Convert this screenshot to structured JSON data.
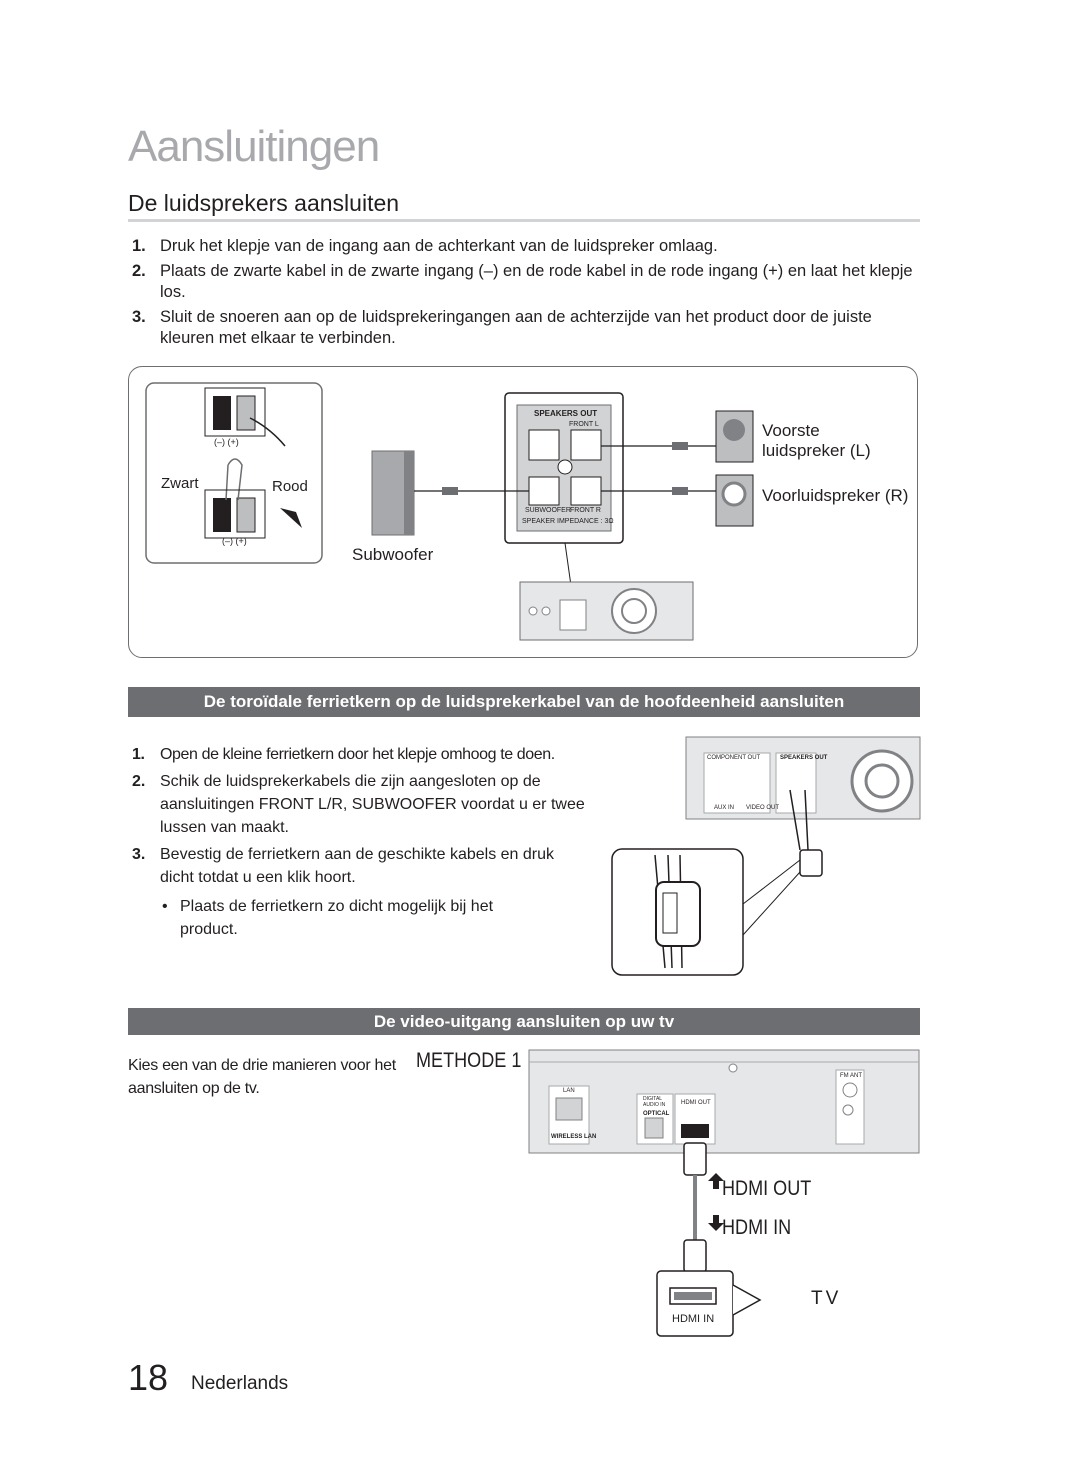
{
  "chapter_title": "Aansluitingen",
  "section1": {
    "title": "De luidsprekers aansluiten",
    "steps": [
      {
        "num": "1.",
        "text": "Druk het klepje van de ingang aan de achterkant van de luidspreker omlaag."
      },
      {
        "num": "2.",
        "text": "Plaats de zwarte kabel in de zwarte ingang (–) en de rode kabel in de rode ingang (+) en laat het klepje los."
      },
      {
        "num": "3.",
        "text": "Sluit de snoeren aan op de luidsprekeringangen aan de achterzijde van het product door de juiste kleuren met elkaar te verbinden."
      }
    ],
    "diagram": {
      "polarity_top": "(–)  (+)",
      "polarity_bottom": "(–)  (+)",
      "label_black": "Zwart",
      "label_red": "Rood",
      "subwoofer": "Subwoofer",
      "speakers_out": "SPEAKERS OUT",
      "front_l": "FRONT  L",
      "subwoofer_port": "SUBWOOFER",
      "front_r": "FRONT  R",
      "impedance": "SPEAKER IMPEDANCE : 3Ω",
      "front_left_line1": "Voorste",
      "front_left_line2": "luidspreker (L)",
      "front_right": "Voorluidspreker (R)"
    }
  },
  "section2": {
    "title": "De toroïdale ferrietkern op de luidsprekerkabel van de hoofdeenheid aansluiten",
    "steps": [
      {
        "num": "1.",
        "text": "Open de kleine ferrietkern door het klepje omhoog te doen."
      },
      {
        "num": "2.",
        "text": "Schik de luidsprekerkabels die zijn aangesloten op de aansluitingen FRONT L/R, SUBWOOFER voordat u er twee lussen van maakt."
      },
      {
        "num": "3.",
        "text": "Bevestig de ferrietkern aan de geschikte kabels en druk dicht totdat u een klik hoort."
      }
    ],
    "bullet": "Plaats de ferrietkern zo dicht mogelijk bij het product.",
    "diagram": {
      "component_out": "COMPONENT OUT",
      "speakers_out": "SPEAKERS OUT",
      "aux_in": "AUX IN",
      "video_out": "VIDEO OUT"
    }
  },
  "section3": {
    "title": "De video-uitgang aansluiten op uw tv",
    "intro": "Kies een van de drie manieren voor het aansluiten op de tv.",
    "method": "METHODE 1",
    "panel": {
      "lan": "LAN",
      "wireless_lan": "WIRELESS LAN",
      "digital_audio_in": "DIGITAL AUDIO IN",
      "optical": "OPTICAL",
      "hdmi_out_port": "HDMI OUT",
      "fm_ant": "FM ANT"
    },
    "hdmi_out": "HDMI OUT",
    "hdmi_in": "HDMI IN",
    "tv": "TV",
    "tv_hdmi_in": "HDMI  IN"
  },
  "footer": {
    "page_number": "18",
    "language": "Nederlands"
  }
}
